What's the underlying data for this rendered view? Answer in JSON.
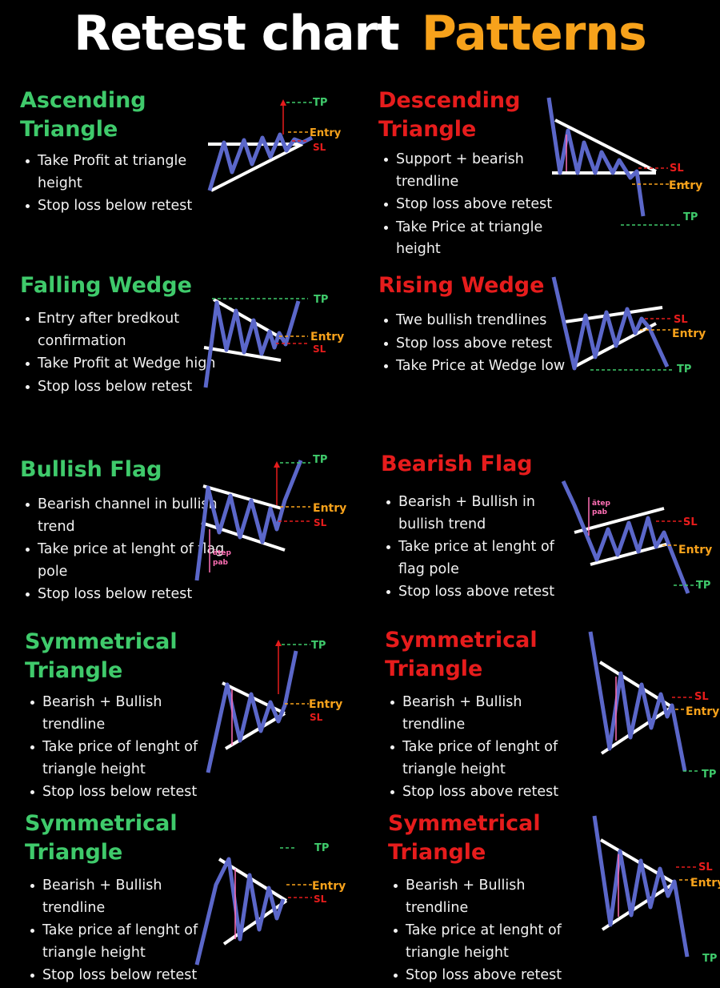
{
  "title": {
    "part1": "Retest chart",
    "part2": "Patterns"
  },
  "colors": {
    "green": "#3fca6b",
    "red": "#e61c1c",
    "orange": "#f7a21b",
    "line": "#5b67c9",
    "pink": "#ff6fb5"
  },
  "patterns": [
    {
      "heading1": "Ascending",
      "heading2": "Triangle",
      "bullets": [
        "Take Profit at triangle height",
        "Stop loss below retest"
      ],
      "labels": {
        "tp": "TP",
        "entry": "Entry",
        "sl": "SL"
      }
    },
    {
      "heading1": "Descending",
      "heading2": "Triangle",
      "bullets": [
        "Support + bearish trendline",
        "Stop loss above retest",
        "Take Price at triangle height"
      ],
      "labels": {
        "tp": "TP",
        "entry": "Entry",
        "sl": "SL"
      }
    },
    {
      "heading1": "Falling Wedge",
      "bullets": [
        "Entry after bredkout confirmation",
        "Take Profit at Wedge high",
        "Stop loss below retest"
      ],
      "labels": {
        "tp": "TP",
        "entry": "Entry",
        "sl": "SL"
      }
    },
    {
      "heading1": "Rising Wedge",
      "bullets": [
        "Twe bullish trendlines",
        "Stop loss above retest",
        "Take Price at Wedge low"
      ],
      "labels": {
        "tp": "TP",
        "entry": "Entry",
        "sl": "SL"
      }
    },
    {
      "heading1": "Bullish Flag",
      "bullets": [
        "Bearish channel in bullish trend",
        "Take price at lenght of flag pole",
        "Stop loss below retest"
      ],
      "labels": {
        "tp": "TP",
        "entry": "Entry",
        "sl": "SL",
        "pole1": "ätep",
        "pole2": "pab"
      }
    },
    {
      "heading1": "Bearish Flag",
      "bullets": [
        "Bearish + Bullish in bullish trend",
        "Take price at lenght of flag pole",
        "Stop loss above retest"
      ],
      "labels": {
        "tp": "TP",
        "entry": "Entry",
        "sl": "SL",
        "pole1": "ätep",
        "pole2": "pab"
      }
    },
    {
      "heading1": "Symmetrical",
      "heading2": "Triangle",
      "bullets": [
        "Bearish + Bullish trendline",
        "Take price of lenght of triangle height",
        "Stop loss below retest"
      ],
      "labels": {
        "tp": "TP",
        "entry": "Entry",
        "sl": "SL"
      }
    },
    {
      "heading1": "Symmetrical",
      "heading2": "Triangle",
      "bullets": [
        "Bearish + Bullish trendline",
        "Take price of lenght of triangle height",
        "Stop loss above retest"
      ],
      "labels": {
        "tp": "TP",
        "entry": "Entry",
        "sl": "SL"
      }
    },
    {
      "heading1": "Symmetrical",
      "heading2": "Triangle",
      "bullets": [
        "Bearish + Bullish trendline",
        "Take price af lenght of triangle height",
        "Stop loss below retest"
      ],
      "labels": {
        "tp": "TP",
        "entry": "Entry",
        "sl": "SL"
      }
    },
    {
      "heading1": "Symmetrical",
      "heading2": "Triangle",
      "bullets": [
        "Bearish + Bullish trendline",
        "Take price at lenght of triangle height",
        "Stop loss above retest"
      ],
      "labels": {
        "tp": "TP",
        "entry": "Entry",
        "sl": "SL"
      }
    }
  ]
}
